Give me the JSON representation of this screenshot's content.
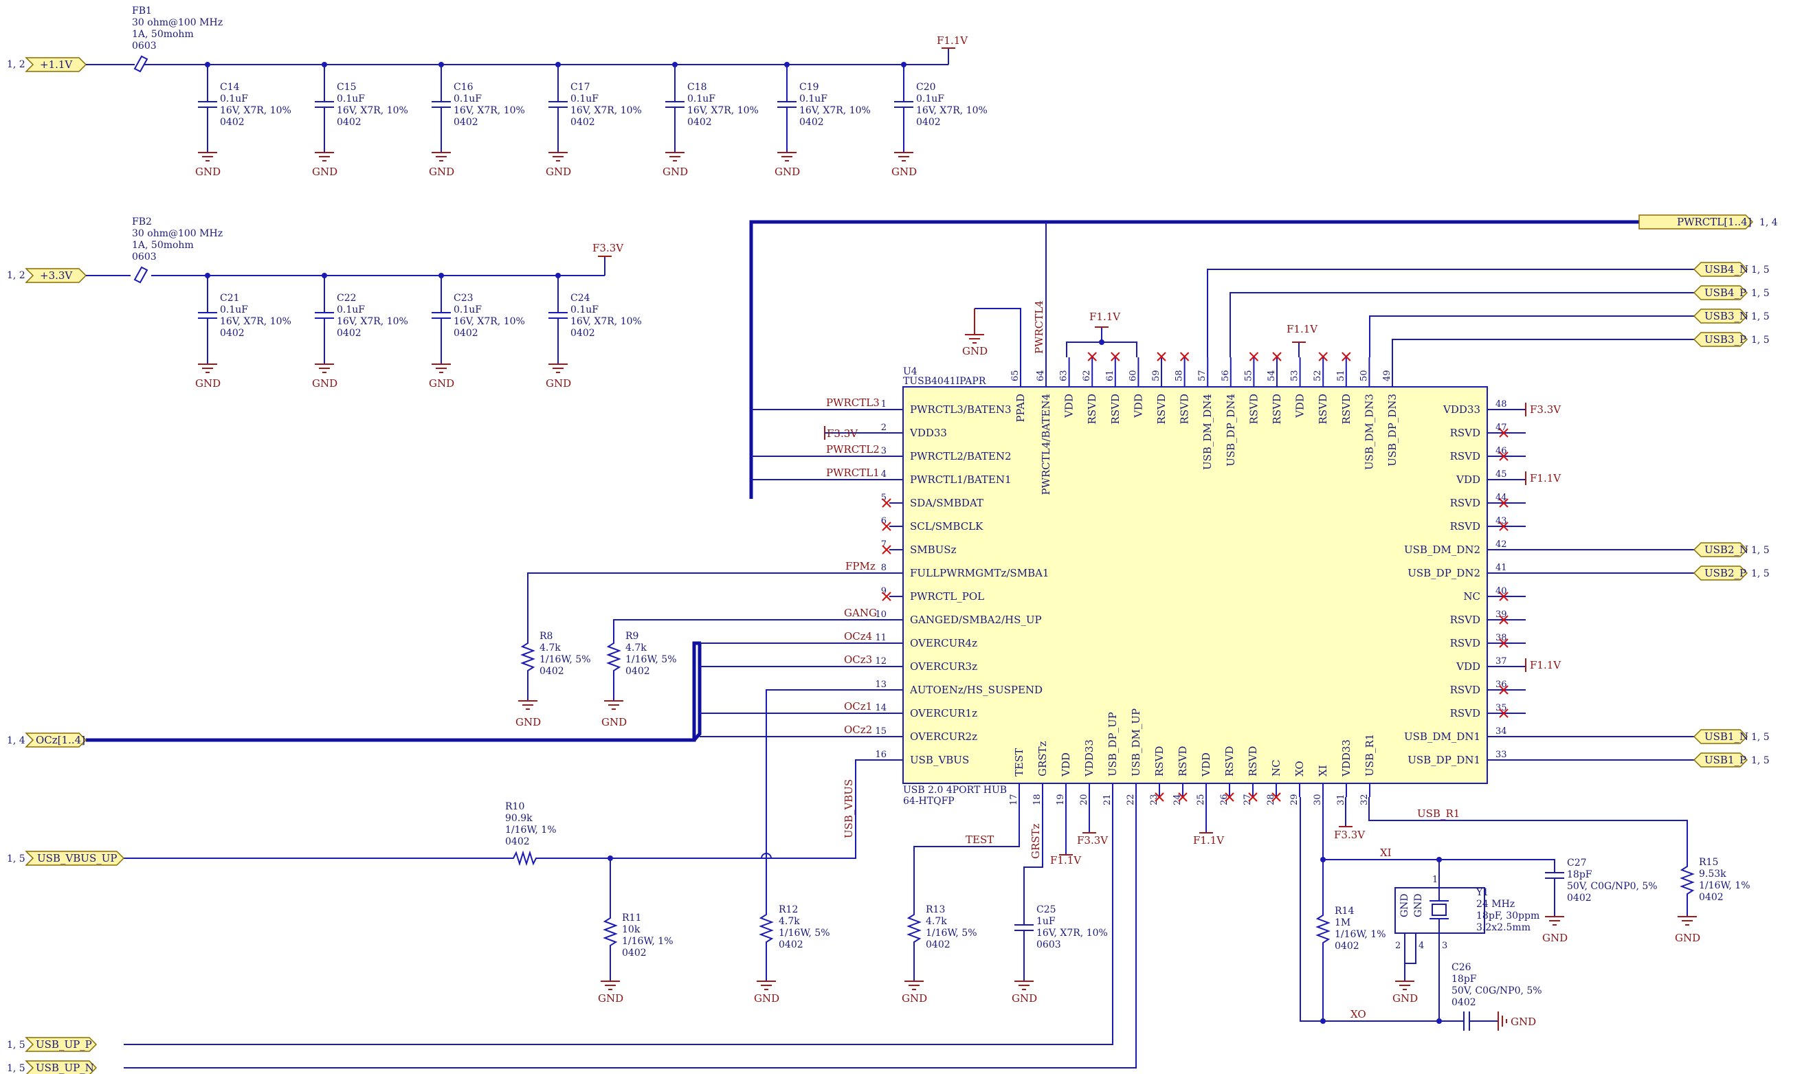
{
  "ferrites": [
    {
      "ref": "FB1",
      "value": "30 ohm@100 MHz",
      "rating": "1A, 50mohm",
      "pkg": "0603"
    },
    {
      "ref": "FB2",
      "value": "30 ohm@100 MHz",
      "rating": "1A, 50mohm",
      "pkg": "0603"
    }
  ],
  "caps_11": [
    {
      "ref": "C14",
      "value": "0.1uF",
      "rating": "16V, X7R, 10%",
      "pkg": "0402"
    },
    {
      "ref": "C15",
      "value": "0.1uF",
      "rating": "16V, X7R, 10%",
      "pkg": "0402"
    },
    {
      "ref": "C16",
      "value": "0.1uF",
      "rating": "16V, X7R, 10%",
      "pkg": "0402"
    },
    {
      "ref": "C17",
      "value": "0.1uF",
      "rating": "16V, X7R, 10%",
      "pkg": "0402"
    },
    {
      "ref": "C18",
      "value": "0.1uF",
      "rating": "16V, X7R, 10%",
      "pkg": "0402"
    },
    {
      "ref": "C19",
      "value": "0.1uF",
      "rating": "16V, X7R, 10%",
      "pkg": "0402"
    },
    {
      "ref": "C20",
      "value": "0.1uF",
      "rating": "16V, X7R, 10%",
      "pkg": "0402"
    }
  ],
  "caps_33": [
    {
      "ref": "C21",
      "value": "0.1uF",
      "rating": "16V, X7R, 10%",
      "pkg": "0402"
    },
    {
      "ref": "C22",
      "value": "0.1uF",
      "rating": "16V, X7R, 10%",
      "pkg": "0402"
    },
    {
      "ref": "C23",
      "value": "0.1uF",
      "rating": "16V, X7R, 10%",
      "pkg": "0402"
    },
    {
      "ref": "C24",
      "value": "0.1uF",
      "rating": "16V, X7R, 10%",
      "pkg": "0402"
    }
  ],
  "nets": {
    "gnd": "GND",
    "f11": "F1.1V",
    "f33": "F3.3V"
  },
  "ports": {
    "p11": {
      "label": "+1.1V",
      "sheets": "1, 2"
    },
    "p33": {
      "label": "+3.3V",
      "sheets": "1, 2"
    },
    "pwrctl": {
      "label": "PWRCTL[1..4]",
      "sheets": "1, 4"
    },
    "usb4n": {
      "label": "USB4_N",
      "sheets": "1, 5"
    },
    "usb4p": {
      "label": "USB4_P",
      "sheets": "1, 5"
    },
    "usb3n": {
      "label": "USB3_N",
      "sheets": "1, 5"
    },
    "usb3p": {
      "label": "USB3_P",
      "sheets": "1, 5"
    },
    "usb2n": {
      "label": "USB2_N",
      "sheets": "1, 5"
    },
    "usb2p": {
      "label": "USB2_P",
      "sheets": "1, 5"
    },
    "usb1n": {
      "label": "USB1_N",
      "sheets": "1, 5"
    },
    "usb1p": {
      "label": "USB1_P",
      "sheets": "1, 5"
    },
    "ocz": {
      "label": "OCz[1..4]",
      "sheets": "1, 4"
    },
    "vbus": {
      "label": "USB_VBUS_UP",
      "sheets": "1, 5"
    },
    "upp": {
      "label": "USB_UP_P",
      "sheets": "1, 5"
    },
    "upn": {
      "label": "USB_UP_N",
      "sheets": "1, 5"
    }
  },
  "ic": {
    "ref": "U4",
    "part": "TUSB4041IPAPR",
    "desc": "USB 2.0 4PORT HUB",
    "pkg": "64-HTQFP",
    "left": [
      {
        "num": "1",
        "name": "PWRCTL3/BATEN3"
      },
      {
        "num": "2",
        "name": "VDD33"
      },
      {
        "num": "3",
        "name": "PWRCTL2/BATEN2"
      },
      {
        "num": "4",
        "name": "PWRCTL1/BATEN1"
      },
      {
        "num": "5",
        "name": "SDA/SMBDAT"
      },
      {
        "num": "6",
        "name": "SCL/SMBCLK"
      },
      {
        "num": "7",
        "name": "SMBUSz"
      },
      {
        "num": "8",
        "name": "FULLPWRMGMTz/SMBA1"
      },
      {
        "num": "9",
        "name": "PWRCTL_POL"
      },
      {
        "num": "10",
        "name": "GANGED/SMBA2/HS_UP"
      },
      {
        "num": "11",
        "name": "OVERCUR4z"
      },
      {
        "num": "12",
        "name": "OVERCUR3z"
      },
      {
        "num": "13",
        "name": "AUTOENz/HS_SUSPEND"
      },
      {
        "num": "14",
        "name": "OVERCUR1z"
      },
      {
        "num": "15",
        "name": "OVERCUR2z"
      },
      {
        "num": "16",
        "name": "USB_VBUS"
      }
    ],
    "right": [
      {
        "num": "48",
        "name": "VDD33"
      },
      {
        "num": "47",
        "name": "RSVD"
      },
      {
        "num": "46",
        "name": "RSVD"
      },
      {
        "num": "45",
        "name": "VDD"
      },
      {
        "num": "44",
        "name": "RSVD"
      },
      {
        "num": "43",
        "name": "RSVD"
      },
      {
        "num": "42",
        "name": "USB_DM_DN2"
      },
      {
        "num": "41",
        "name": "USB_DP_DN2"
      },
      {
        "num": "40",
        "name": "NC"
      },
      {
        "num": "39",
        "name": "RSVD"
      },
      {
        "num": "38",
        "name": "RSVD"
      },
      {
        "num": "37",
        "name": "VDD"
      },
      {
        "num": "36",
        "name": "RSVD"
      },
      {
        "num": "35",
        "name": "RSVD"
      },
      {
        "num": "34",
        "name": "USB_DM_DN1"
      },
      {
        "num": "33",
        "name": "USB_DP_DN1"
      }
    ],
    "top": [
      {
        "num": "65",
        "name": "PPAD"
      },
      {
        "num": "64",
        "name": "PWRCTL4/BATEN4"
      },
      {
        "num": "63",
        "name": "VDD"
      },
      {
        "num": "62",
        "name": "RSVD"
      },
      {
        "num": "61",
        "name": "RSVD"
      },
      {
        "num": "60",
        "name": "VDD"
      },
      {
        "num": "59",
        "name": "RSVD"
      },
      {
        "num": "58",
        "name": "RSVD"
      },
      {
        "num": "57",
        "name": "USB_DM_DN4"
      },
      {
        "num": "56",
        "name": "USB_DP_DN4"
      },
      {
        "num": "55",
        "name": "RSVD"
      },
      {
        "num": "54",
        "name": "RSVD"
      },
      {
        "num": "53",
        "name": "VDD"
      },
      {
        "num": "52",
        "name": "RSVD"
      },
      {
        "num": "51",
        "name": "RSVD"
      },
      {
        "num": "50",
        "name": "USB_DM_DN3"
      },
      {
        "num": "49",
        "name": "USB_DP_DN3"
      }
    ],
    "bottom": [
      {
        "num": "17",
        "name": "TEST"
      },
      {
        "num": "18",
        "name": "GRSTz"
      },
      {
        "num": "19",
        "name": "VDD"
      },
      {
        "num": "20",
        "name": "VDD33"
      },
      {
        "num": "21",
        "name": "USB_DP_UP"
      },
      {
        "num": "22",
        "name": "USB_DM_UP"
      },
      {
        "num": "23",
        "name": "RSVD"
      },
      {
        "num": "24",
        "name": "RSVD"
      },
      {
        "num": "25",
        "name": "VDD"
      },
      {
        "num": "26",
        "name": "RSVD"
      },
      {
        "num": "27",
        "name": "RSVD"
      },
      {
        "num": "28",
        "name": "NC"
      },
      {
        "num": "29",
        "name": "XO"
      },
      {
        "num": "30",
        "name": "XI"
      },
      {
        "num": "31",
        "name": "VDD33"
      },
      {
        "num": "32",
        "name": "USB_R1"
      }
    ]
  },
  "netlabels": {
    "pwrctl3": "PWRCTL3",
    "pwrctl2": "PWRCTL2",
    "pwrctl1": "PWRCTL1",
    "pwrctl4": "PWRCTL4",
    "fpmz": "FPMz",
    "gang": "GANG",
    "ocz4": "OCz4",
    "ocz3": "OCz3",
    "ocz1": "OCz1",
    "ocz2": "OCz2",
    "usbvbus": "USB_VBUS",
    "test": "TEST",
    "grstz": "GRSTz",
    "xi": "XI",
    "xo": "XO",
    "usbr1": "USB_R1"
  },
  "resistors": {
    "r8": {
      "ref": "R8",
      "value": "4.7k",
      "rating": "1/16W, 5%",
      "pkg": "0402"
    },
    "r9": {
      "ref": "R9",
      "value": "4.7k",
      "rating": "1/16W, 5%",
      "pkg": "0402"
    },
    "r10": {
      "ref": "R10",
      "value": "90.9k",
      "rating": "1/16W, 1%",
      "pkg": "0402"
    },
    "r11": {
      "ref": "R11",
      "value": "10k",
      "rating": "1/16W, 1%",
      "pkg": "0402"
    },
    "r12": {
      "ref": "R12",
      "value": "4.7k",
      "rating": "1/16W, 5%",
      "pkg": "0402"
    },
    "r13": {
      "ref": "R13",
      "value": "4.7k",
      "rating": "1/16W, 5%",
      "pkg": "0402"
    },
    "r14": {
      "ref": "R14",
      "value": "1M",
      "rating": "1/16W, 1%",
      "pkg": "0402"
    },
    "r15": {
      "ref": "R15",
      "value": "9.53k",
      "rating": "1/16W, 1%",
      "pkg": "0402"
    }
  },
  "misc_caps": {
    "c25": {
      "ref": "C25",
      "value": "1uF",
      "rating": "16V, X7R, 10%",
      "pkg": "0603"
    },
    "c26": {
      "ref": "C26",
      "value": "18pF",
      "rating": "50V, C0G/NP0, 5%",
      "pkg": "0402"
    },
    "c27": {
      "ref": "C27",
      "value": "18pF",
      "rating": "50V, C0G/NP0, 5%",
      "pkg": "0402"
    }
  },
  "crystal": {
    "ref": "Y1",
    "value": "24 MHz",
    "rating": "18pF, 30ppm",
    "pkg": "3.2x2.5mm",
    "p1": "1",
    "p2": "2",
    "p3": "3",
    "p4": "4",
    "gnd": "GND"
  }
}
